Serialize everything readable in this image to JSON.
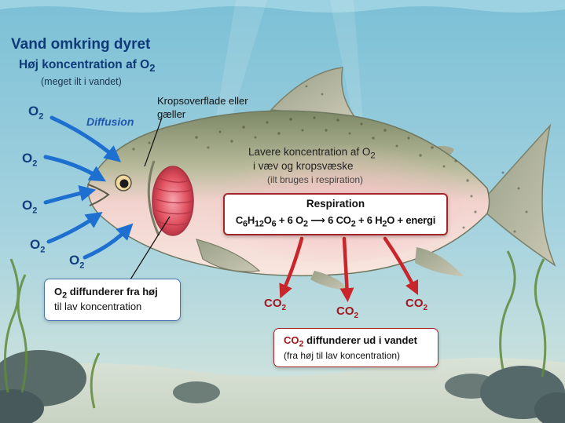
{
  "header": {
    "title": "Vand omkring dyret",
    "subtitle_prefix": "Høj koncentration af O",
    "subtitle_sub": "2",
    "note": "(meget ilt i vandet)"
  },
  "diffusion_label": "Diffusion",
  "o2_labels": [
    {
      "base": "O",
      "sub": "2"
    },
    {
      "base": "O",
      "sub": "2"
    },
    {
      "base": "O",
      "sub": "2"
    },
    {
      "base": "O",
      "sub": "2"
    },
    {
      "base": "O",
      "sub": "2"
    }
  ],
  "body_surface_label": "Kropsoverflade eller gæller",
  "tissue": {
    "line1_prefix": "Lavere koncentration af O",
    "line1_sub": "2",
    "line2": "i væv og kropsvæske",
    "line3": "(ilt bruges i respiration)"
  },
  "respiration": {
    "title": "Respiration",
    "equation": {
      "reactant1": [
        "C",
        "6",
        "H",
        "12",
        "O",
        "6"
      ],
      "plus1": "+ 6 O",
      "plus1_sub": "2",
      "arrow": "⟶",
      "product1": "6 CO",
      "product1_sub": "2",
      "plus2": "+ 6 H",
      "plus2_sub": "2",
      "plus2_tail": "O + energi"
    }
  },
  "co2_labels": [
    {
      "base": "CO",
      "sub": "2"
    },
    {
      "base": "CO",
      "sub": "2"
    },
    {
      "base": "CO",
      "sub": "2"
    }
  ],
  "o2_box": {
    "line1_prefix": "O",
    "line1_sub": "2",
    "line1_rest": " diffunderer fra høj",
    "line2": "til lav koncentration"
  },
  "co2_box": {
    "line1_prefix": "CO",
    "line1_sub": "2",
    "line1_rest": " diffunderer ud i vandet",
    "line2": "(fra høj til lav koncentration)"
  },
  "colors": {
    "water_top": "#7fc3d8",
    "water_bottom": "#cfe3dc",
    "o2_text": "#123e80",
    "diffusion_arrow": "#1d6fd0",
    "co2_text": "#a3161b",
    "co2_arrow": "#c8262b",
    "fish_back": "#8f9a78",
    "fish_belly": "#f3c9c5",
    "gill": "#e05562"
  }
}
